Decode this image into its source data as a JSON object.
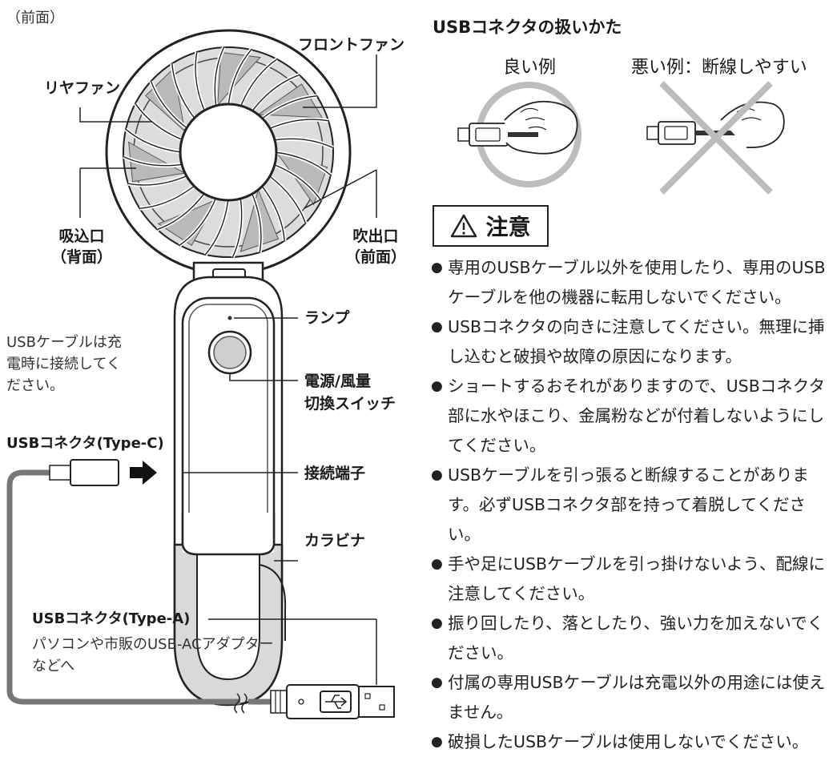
{
  "front_label": "（前面）",
  "parts": {
    "front_fan": "フロントファン",
    "rear_fan": "リヤファン",
    "intake_l1": "吸込口",
    "intake_l2": "（背面）",
    "outlet_l1": "吹出口",
    "outlet_l2": "（前面）",
    "lamp": "ランプ",
    "power_l1": "電源/風量",
    "power_l2": "切換スイッチ",
    "terminal": "接続端子",
    "carabiner": "カラビナ"
  },
  "charging_note": [
    "USBケーブルは充",
    "電時に接続してく",
    "ださい。"
  ],
  "connector_c": "USBコネクタ(Type-C)",
  "connector_a": "USBコネクタ(Type-A)",
  "connector_a_note": [
    "パソコンや市販のUSB-ACアダプター",
    "などへ"
  ],
  "usb_handling": {
    "title": "USBコネクタの扱いかた",
    "good": "良い例",
    "bad": "悪い例：断線しやすい"
  },
  "caution": {
    "title": "注意",
    "items": [
      "専用のUSBケーブル以外を使用したり、専用のUSBケーブルを他の機器に転用しないでください。",
      "USBコネクタの向きに注意してください。無理に挿し込むと破損や故障の原因になります。",
      "ショートするおそれがありますので、USBコネクタ部に水やほこり、金属粉などが付着しないようにしてください。",
      "USBケーブルを引っ張ると断線することがあります。必ずUSBコネクタ部を持って着脱してください。",
      "手や足にUSBケーブルを引っ掛けないよう、配線に注意してください。",
      "振り回したり、落としたり、強い力を加えないでください。",
      "付属の専用USBケーブルは充電以外の用途には使えません。",
      "破損したUSBケーブルは使用しないでください。"
    ]
  }
}
